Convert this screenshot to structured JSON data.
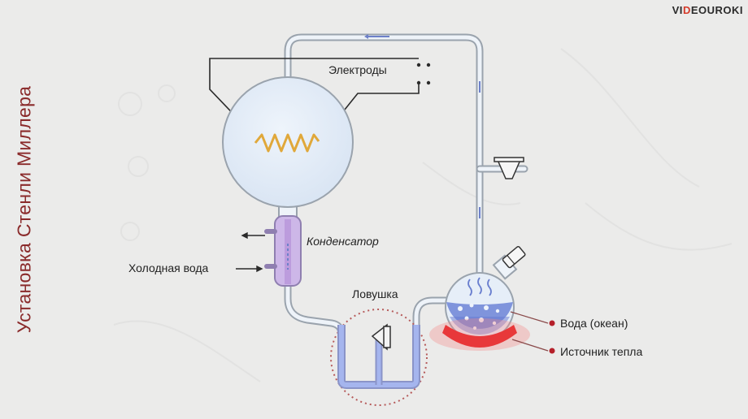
{
  "title": "Установка Стенли Миллера",
  "logo": {
    "prefix": "VI",
    "accent": "D",
    "suffix": "EOUROKI"
  },
  "labels": {
    "electrodes": "Электроды",
    "condenser": "Конденсатор",
    "cold_water": "Холодная вода",
    "trap": "Ловушка",
    "water": "Вода (океан)",
    "heat": "Источник тепла"
  },
  "colors": {
    "title": "#8a2a2a",
    "glass": "#dfe9f6",
    "glass_stroke": "#9aa3ad",
    "water": "#7f94dc",
    "heat": "#e8383a",
    "coil": "#e0a83a",
    "pointer_dot": "#b5202a"
  }
}
